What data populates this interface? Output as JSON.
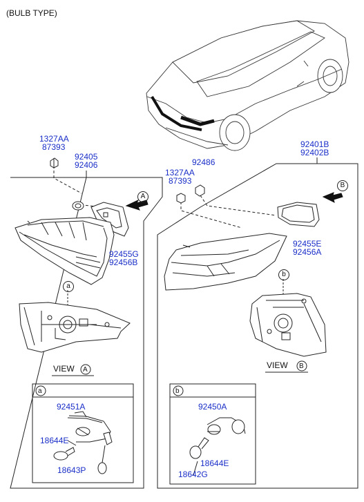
{
  "header": {
    "title": "(BULB TYPE)"
  },
  "left": {
    "part_top_a": "1327AA",
    "part_top_b": "87393",
    "part_main_a": "92405",
    "part_main_b": "92406",
    "gasket_a": "92455G",
    "gasket_b": "92456B",
    "view_label": "VIEW",
    "view_letter": "A",
    "callout": "A",
    "detail_marker": "a",
    "detail_box": {
      "marker": "a",
      "socket": "92451A",
      "bulb_a": "18644E",
      "bulb_b": "18643P"
    }
  },
  "right": {
    "part_main_a": "92401B",
    "part_main_b": "92402B",
    "screw": "92486",
    "part_top_a": "1327AA",
    "part_top_b": "87393",
    "gasket_a": "92455E",
    "gasket_b": "92456A",
    "view_label": "VIEW",
    "view_letter": "B",
    "callout": "B",
    "detail_marker": "b",
    "detail_box": {
      "marker": "b",
      "socket": "92450A",
      "bulb_a": "18644E",
      "bulb_b": "18642G"
    }
  }
}
